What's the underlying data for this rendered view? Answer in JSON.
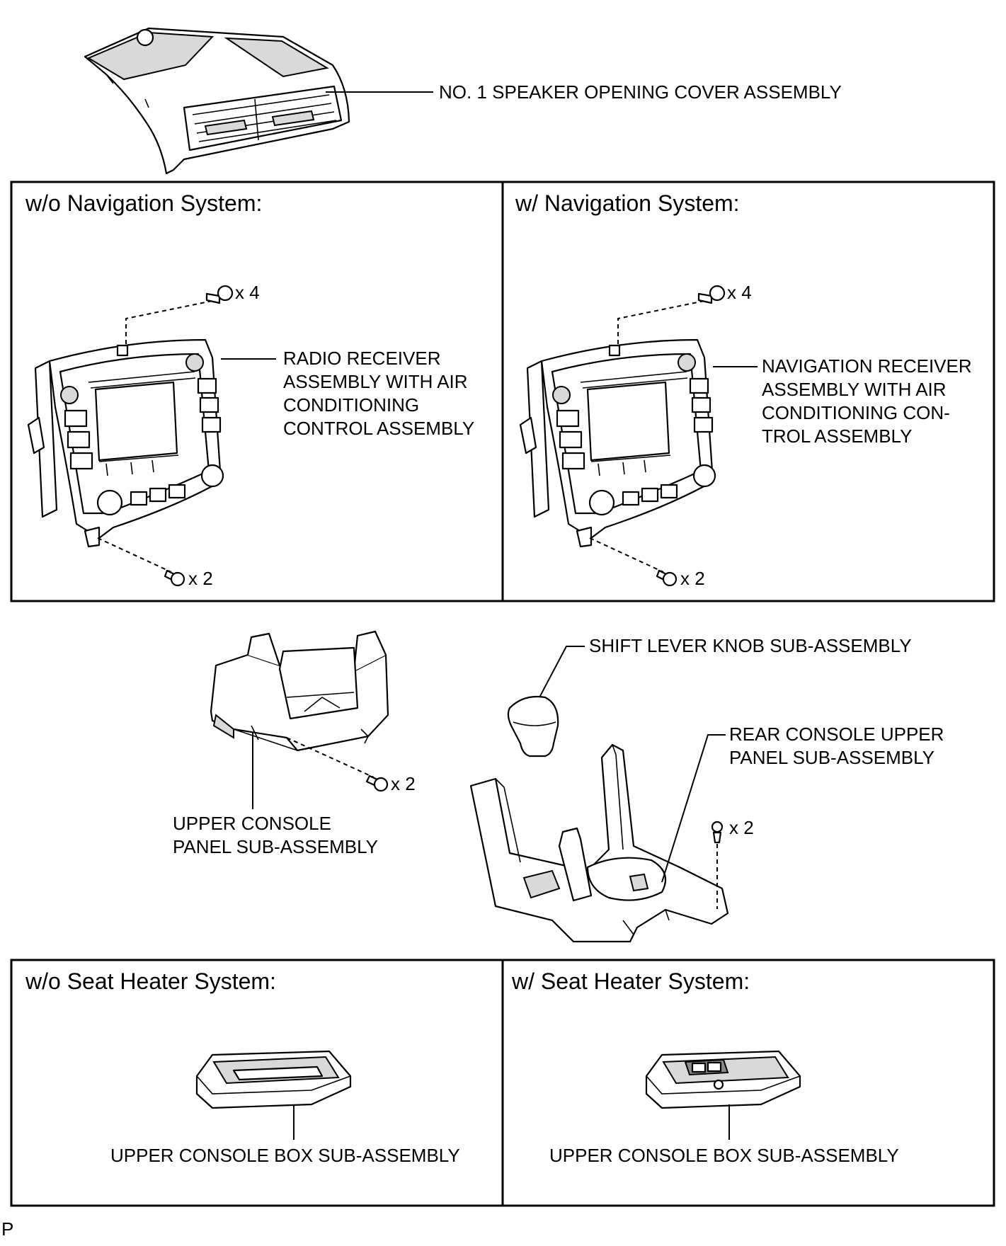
{
  "labels": {
    "speaker_cover": "NO. 1 SPEAKER OPENING COVER ASSEMBLY",
    "radio_receiver": [
      "RADIO RECEIVER",
      "ASSEMBLY WITH AIR",
      "CONDITIONING",
      "CONTROL ASSEMBLY"
    ],
    "navigation_receiver": [
      "NAVIGATION RECEIVER",
      "ASSEMBLY WITH AIR",
      "CONDITIONING CON-",
      "TROL ASSEMBLY"
    ],
    "shift_knob": "SHIFT LEVER KNOB SUB-ASSEMBLY",
    "rear_console": [
      "REAR CONSOLE UPPER",
      "PANEL SUB-ASSEMBLY"
    ],
    "upper_console_panel": [
      "UPPER CONSOLE",
      "PANEL SUB-ASSEMBLY"
    ],
    "console_box_left": "UPPER CONSOLE BOX SUB-ASSEMBLY",
    "console_box_right": "UPPER CONSOLE BOX SUB-ASSEMBLY",
    "corner_code": "P"
  },
  "panels": {
    "wo_nav_title": "w/o Navigation System:",
    "w_nav_title": "w/ Navigation System:",
    "wo_seat_title": "w/o Seat Heater System:",
    "w_seat_title": "w/ Seat Heater System:"
  },
  "quantities": {
    "radio_top": "x 4",
    "radio_bottom": "x 2",
    "nav_top": "x 4",
    "nav_bottom": "x 2",
    "upper_console": "x 2",
    "rear_console": "x 2"
  }
}
